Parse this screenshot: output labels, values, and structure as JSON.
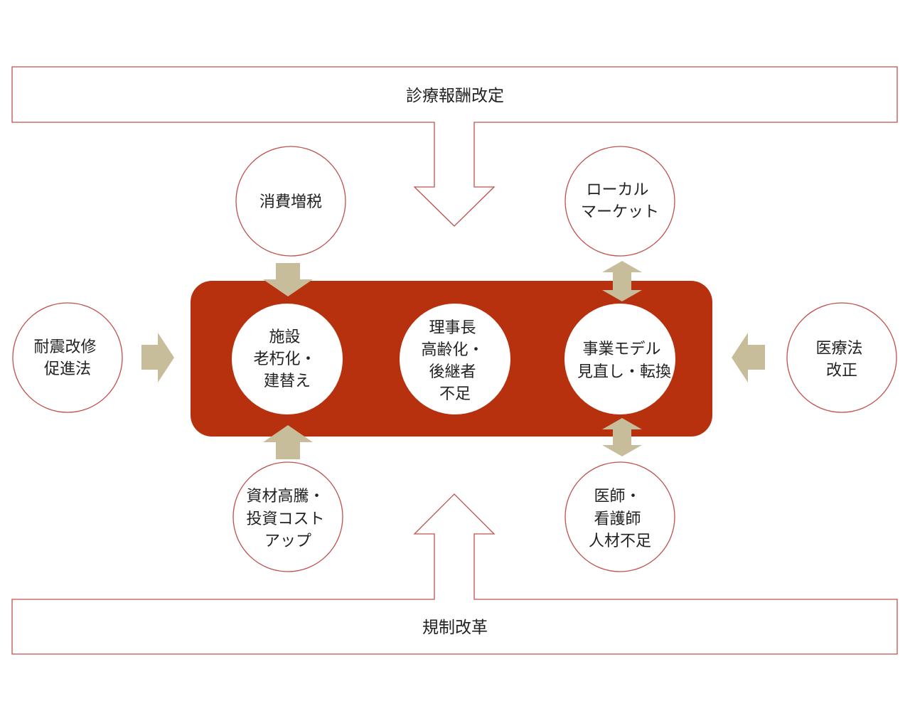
{
  "colors": {
    "accent": "#b8310e",
    "outline": "#c0504d",
    "arrow": "#c7bd9a",
    "text": "#222222",
    "center_text": "#222222"
  },
  "top_banner": {
    "label": "診療報酬改定"
  },
  "bottom_banner": {
    "label": "規制改革"
  },
  "outer_circles": {
    "consumption_tax": [
      "消費増税"
    ],
    "local_market": [
      "ローカル",
      "マーケット"
    ],
    "seismic_law": [
      "耐震改修",
      "促進法"
    ],
    "medical_law": [
      "医療法",
      "改正"
    ],
    "material_cost": [
      "資材高騰・",
      "投資コスト",
      "アップ"
    ],
    "staff_shortage": [
      "医師・",
      "看護師",
      "人材不足"
    ]
  },
  "inner_circles": {
    "facility": [
      "施設",
      "老朽化・",
      "建替え"
    ],
    "chairman": [
      "理事長",
      "高齢化・",
      "後継者",
      "不足"
    ],
    "business_model": [
      "事業モデル",
      "見直し・転換"
    ]
  }
}
